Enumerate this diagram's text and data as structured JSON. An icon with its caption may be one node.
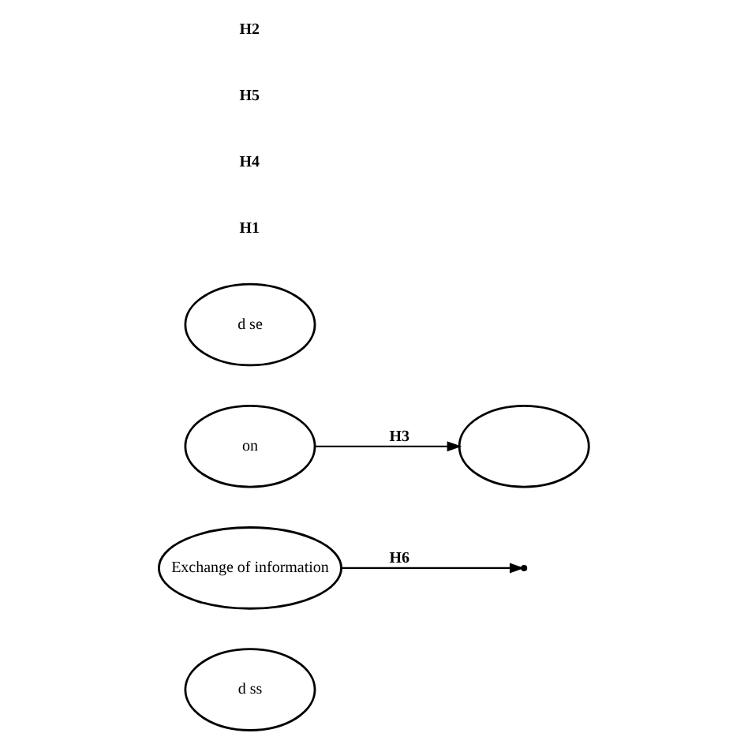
{
  "diagram": {
    "nodes": [
      {
        "text": [
          "d ss"
        ]
      },
      {
        "text": [
          "Exchange of information"
        ]
      },
      {
        "text": [
          "on"
        ]
      },
      {
        "text": [],
        "shape": "ellipse"
      },
      {
        "text": [
          "d se"
        ]
      }
    ],
    "edges": [
      {
        "from": 2,
        "to": 3,
        "arrow": "to",
        "label": "H3"
      },
      {
        "from": 1,
        "to": null,
        "arrow": "to",
        "label": "H6"
      }
    ],
    "labels": [
      "H1",
      "H4",
      "H5",
      "H2"
    ]
  }
}
